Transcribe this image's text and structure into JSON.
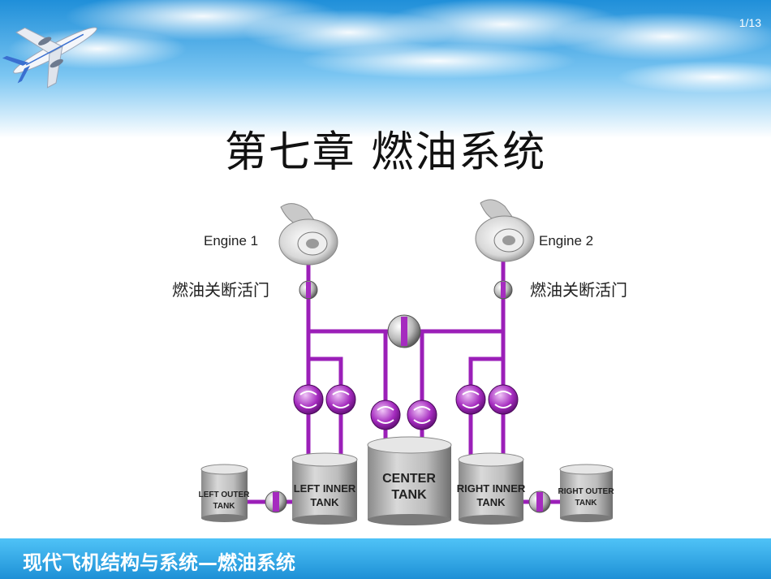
{
  "slide": {
    "page_number": "1/13",
    "title": "第七章  燃油系统",
    "footer": "现代飞机结构与系统—燃油系统"
  },
  "diagram": {
    "engine_left_label": "Engine 1",
    "engine_right_label": "Engine 2",
    "valve_left_label": "燃油关断活门",
    "valve_right_label": "燃油关断活门",
    "tank_left_outer_line1": "LEFT  OUTER",
    "tank_left_outer_line2": "TANK",
    "tank_left_inner_line1": "LEFT   INNER",
    "tank_left_inner_line2": "TANK",
    "tank_center_line1": "CENTER",
    "tank_center_line2": "TANK",
    "tank_right_inner_line1": "RIGHT INNER",
    "tank_right_inner_line2": "TANK",
    "tank_right_outer_line1": "RIGHT  OUTER",
    "tank_right_outer_line2": "TANK",
    "pipe_color": "#9b1fb8"
  }
}
